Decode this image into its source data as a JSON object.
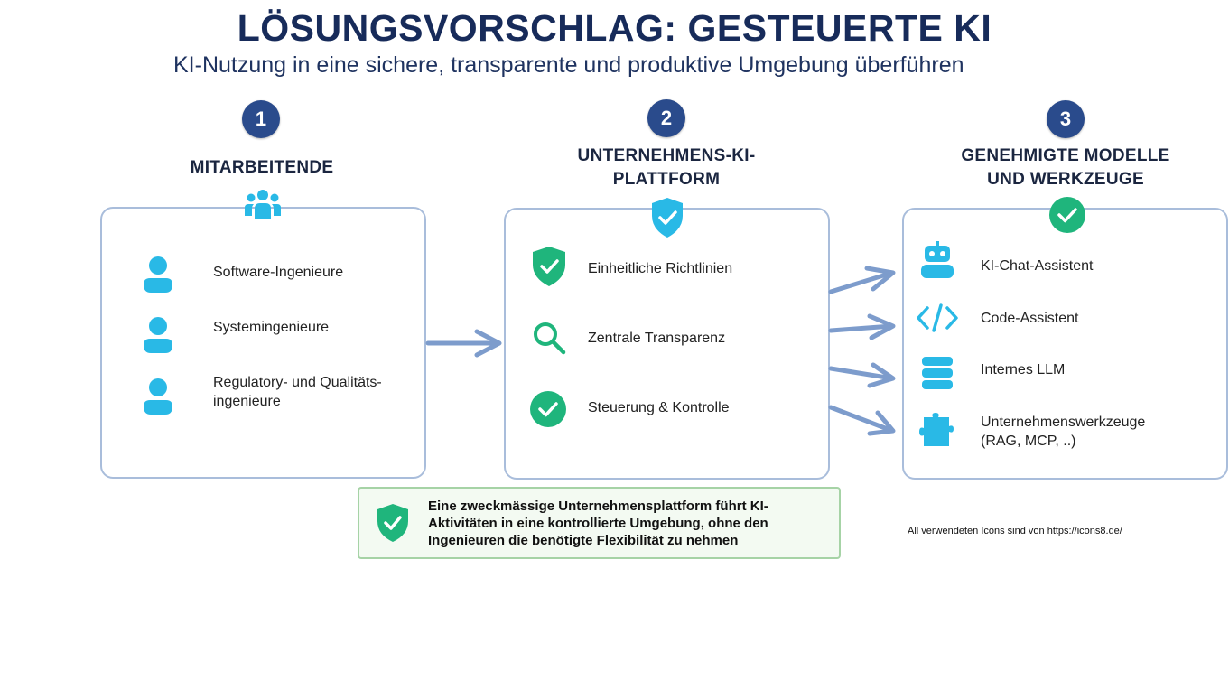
{
  "header": {
    "title": "LÖSUNGSVORSCHLAG: GESTEUERTE KI",
    "subtitle": "KI-Nutzung in eine sichere, transparente und produktive Umgebung überführen"
  },
  "columns": [
    {
      "number": "1",
      "title_line1": "MITARBEITENDE",
      "title_line2": "",
      "items": [
        {
          "label": "Software-Ingenieure",
          "icon": "person-icon"
        },
        {
          "label": "Systemingenieure",
          "icon": "person-icon"
        },
        {
          "label_line1": "Regulatory- und Qualitäts-",
          "label_line2": "ingenieure",
          "icon": "person-icon"
        }
      ]
    },
    {
      "number": "2",
      "title_line1": "UNTERNEHMENS-KI-",
      "title_line2": "PLATTFORM",
      "items": [
        {
          "label": "Einheitliche Richtlinien",
          "icon": "shield-check-icon"
        },
        {
          "label": "Zentrale Transparenz",
          "icon": "magnifier-icon"
        },
        {
          "label": "Steuerung & Kontrolle",
          "icon": "check-circle-icon"
        }
      ]
    },
    {
      "number": "3",
      "title_line1": "GENEHMIGTE MODELLE",
      "title_line2": "UND WERKZEUGE",
      "items": [
        {
          "label": "KI-Chat-Assistent",
          "icon": "robot-icon"
        },
        {
          "label": "Code-Assistent",
          "icon": "code-icon"
        },
        {
          "label": "Internes LLM",
          "icon": "database-icon"
        },
        {
          "label_line1": "Unternehmenswerkzeuge",
          "label_line2": "(RAG, MCP, ..)",
          "icon": "puzzle-icon"
        }
      ]
    }
  ],
  "note": {
    "line1": "Eine zweckmässige Unternehmensplattform führt KI-",
    "line2": "Aktivitäten in eine kontrollierte Umgebung, ohne den",
    "line3": "Ingenieuren die benötigte Flexibilität zu nehmen"
  },
  "credit": "All verwendeten Icons sind von https://icons8.de/",
  "colors": {
    "navy": "#172b5a",
    "step_circle": "#2a4b8c",
    "cyan_icon": "#29b9e6",
    "green_icon": "#1fb57c",
    "arrow": "#7d9ccc",
    "panel_border": "#a9bddb",
    "note_border": "#a6d3a6"
  }
}
